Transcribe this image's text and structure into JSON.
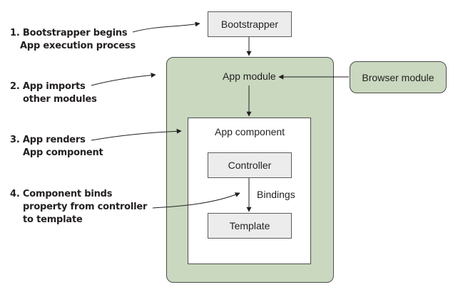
{
  "steps": [
    {
      "line1": "1. Bootstrapper begins",
      "line2": "App execution process"
    },
    {
      "line1": "2. App imports",
      "line2": "other modules"
    },
    {
      "line1": "3. App renders",
      "line2": "App component"
    },
    {
      "line1": "4. Component binds",
      "line2": "property from controller",
      "line3": "to template"
    }
  ],
  "nodes": {
    "bootstrapper": "Bootstrapper",
    "app_module": "App module",
    "browser_module": "Browser module",
    "app_component": "App component",
    "controller": "Controller",
    "bindings": "Bindings",
    "template": "Template"
  },
  "colors": {
    "module_fill": "#c9d8bf",
    "box_fill": "#ececec",
    "stroke": "#231f20"
  }
}
